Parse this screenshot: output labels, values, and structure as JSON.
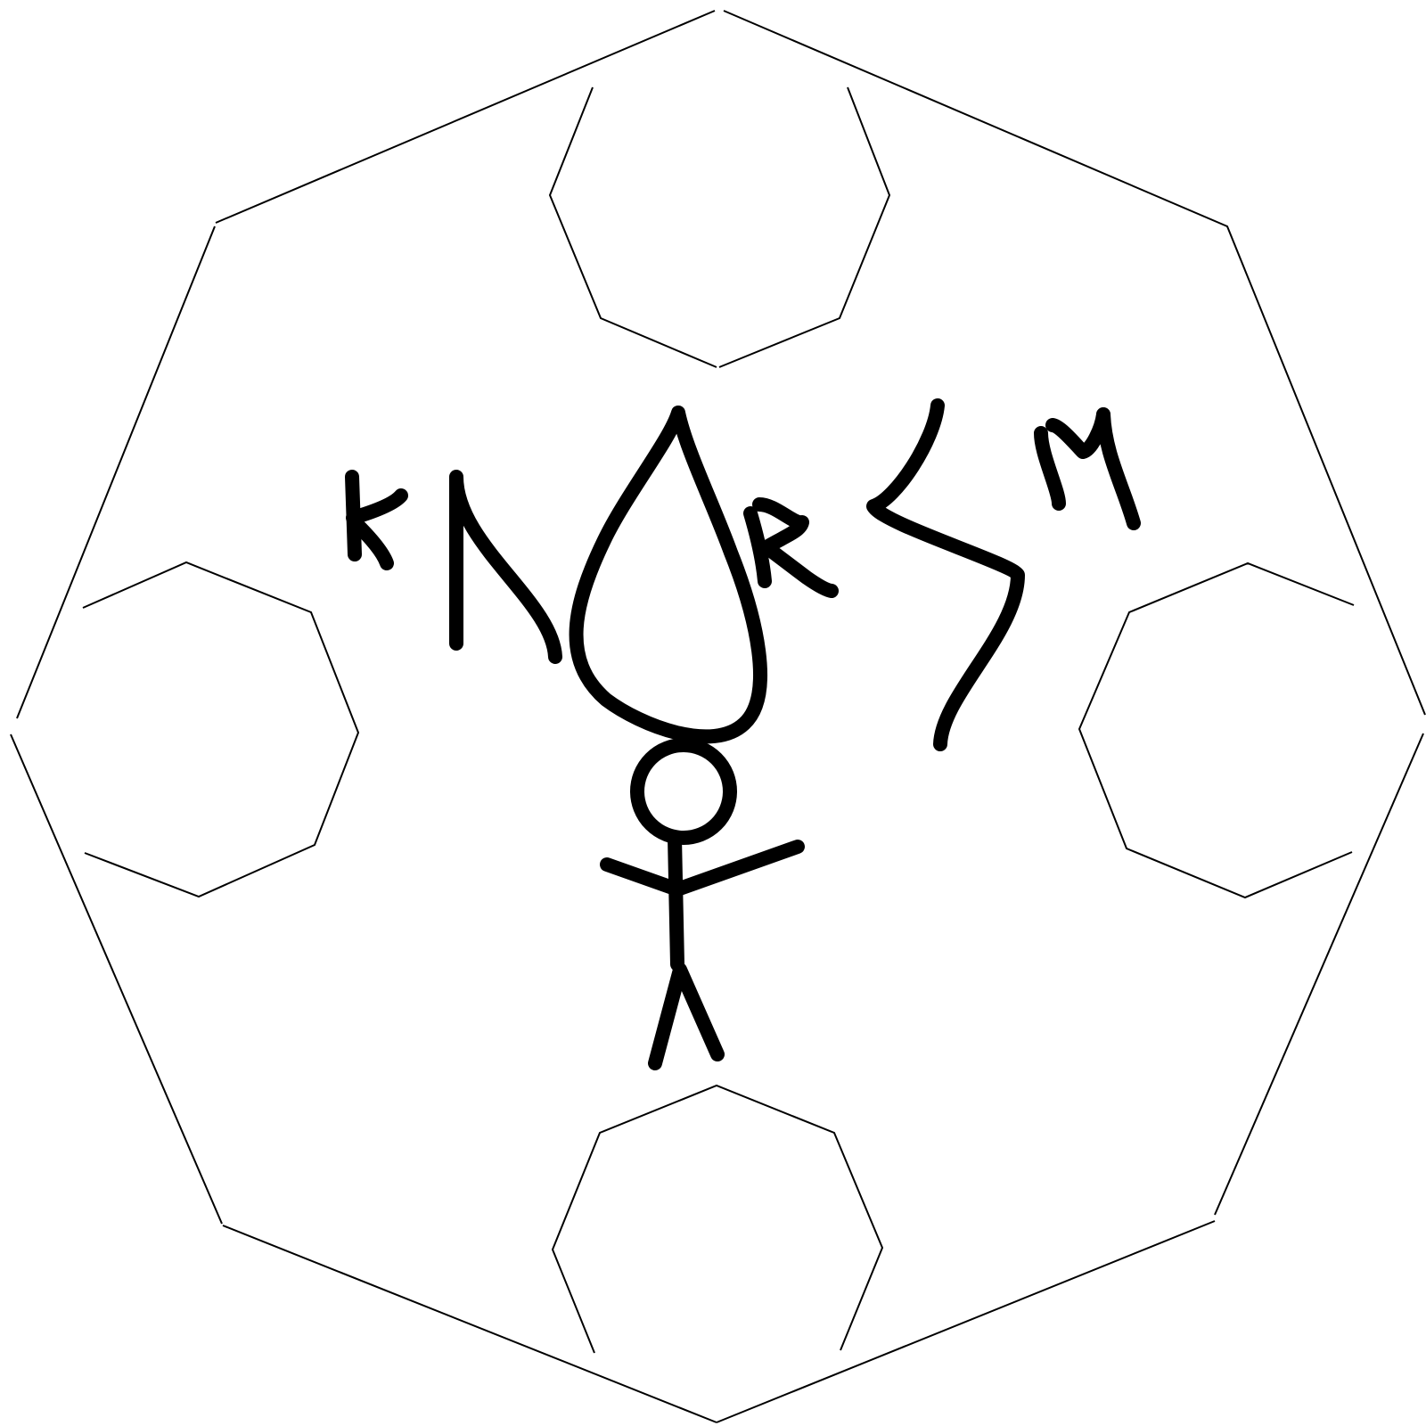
{
  "drawing": {
    "background_color": "#ffffff",
    "line_color": "#000000",
    "outer_shape": "decagon",
    "inner_shapes": [
      "octagon-top",
      "octagon-left",
      "octagon-right",
      "octagon-bottom"
    ],
    "figure": "stick-figure",
    "glyphs": [
      "glyph-1",
      "glyph-2",
      "glyph-3-drop",
      "glyph-4",
      "glyph-5",
      "glyph-6"
    ]
  }
}
